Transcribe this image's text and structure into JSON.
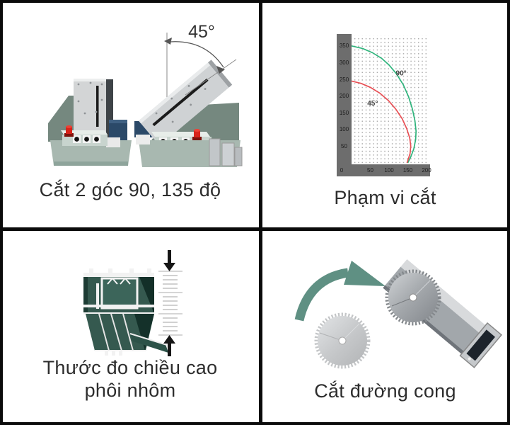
{
  "panels": {
    "angle_cut": {
      "caption": "Cắt 2 góc 90, 135 độ",
      "angle_label": "45°"
    },
    "cutting_range": {
      "caption": "Phạm vi cắt"
    },
    "height_gauge": {
      "caption_line1": "Thước đo chiều cao",
      "caption_line2": "phôi nhôm"
    },
    "curve_cut": {
      "caption": "Cắt đường cong"
    }
  },
  "chart_data": {
    "type": "line",
    "title": "Phạm vi cắt",
    "xlabel": "",
    "ylabel": "",
    "x_ticks": [
      0,
      50,
      100,
      150,
      200
    ],
    "y_ticks": [
      350,
      300,
      250,
      200,
      150,
      100,
      50
    ],
    "xlim": [
      0,
      215
    ],
    "ylim": [
      0,
      380
    ],
    "grid": "dotted",
    "legend_position": "labels-on-curves",
    "series": [
      {
        "name": "90°",
        "color": "#2fb47c",
        "points": [
          [
            0,
            350
          ],
          [
            30,
            342
          ],
          [
            55,
            330
          ],
          [
            80,
            313
          ],
          [
            100,
            293
          ],
          [
            120,
            266
          ],
          [
            138,
            234
          ],
          [
            152,
            198
          ],
          [
            162,
            162
          ],
          [
            169,
            126
          ],
          [
            172,
            95
          ],
          [
            171,
            70
          ],
          [
            166,
            42
          ],
          [
            158,
            18
          ],
          [
            150,
            0
          ]
        ]
      },
      {
        "name": "45°",
        "color": "#e85055",
        "points": [
          [
            0,
            245
          ],
          [
            25,
            238
          ],
          [
            50,
            226
          ],
          [
            75,
            209
          ],
          [
            98,
            187
          ],
          [
            118,
            161
          ],
          [
            135,
            132
          ],
          [
            147,
            103
          ],
          [
            155,
            75
          ],
          [
            158,
            50
          ],
          [
            156,
            28
          ],
          [
            151,
            10
          ],
          [
            148,
            0
          ]
        ]
      }
    ],
    "annotations": [
      {
        "text": "90°",
        "x": 118,
        "y": 262
      },
      {
        "text": "45°",
        "x": 42,
        "y": 172
      }
    ]
  },
  "colors": {
    "curve_90": "#2fb47c",
    "curve_45": "#e85055",
    "machine_body": "#75887f",
    "machine_base": "#a8b8b0",
    "machine_head": "#d3d5d6",
    "fence_navy": "#2b4968",
    "stop_button": "#d8231a",
    "profile_teal": "#35594f",
    "arrow_green": "#5f9083",
    "axis_bar": "#6d6d6d"
  }
}
